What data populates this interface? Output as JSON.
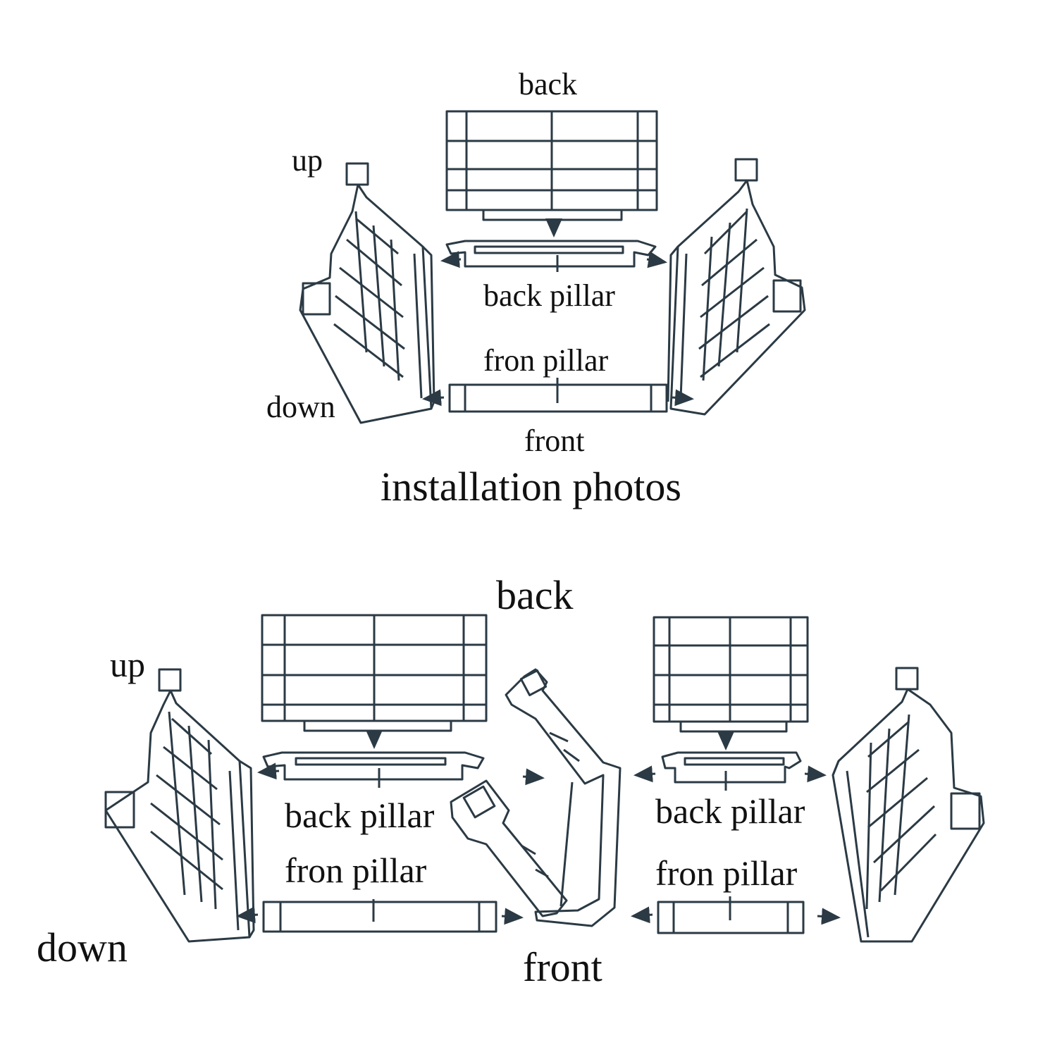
{
  "title": "installation photos",
  "top": {
    "back": "back",
    "up": "up",
    "down": "down",
    "back_pillar": "back pillar",
    "front_pillar": "fron pillar",
    "front": "front"
  },
  "bottom": {
    "back": "back",
    "up": "up",
    "down": "down",
    "back_pillar_left": "back pillar",
    "front_pillar_left": "fron pillar",
    "back_pillar_right": "back pillar",
    "front_pillar_right": "fron pillar",
    "front": "front"
  },
  "colors": {
    "line": "#2b3a44",
    "background": "#ffffff"
  }
}
